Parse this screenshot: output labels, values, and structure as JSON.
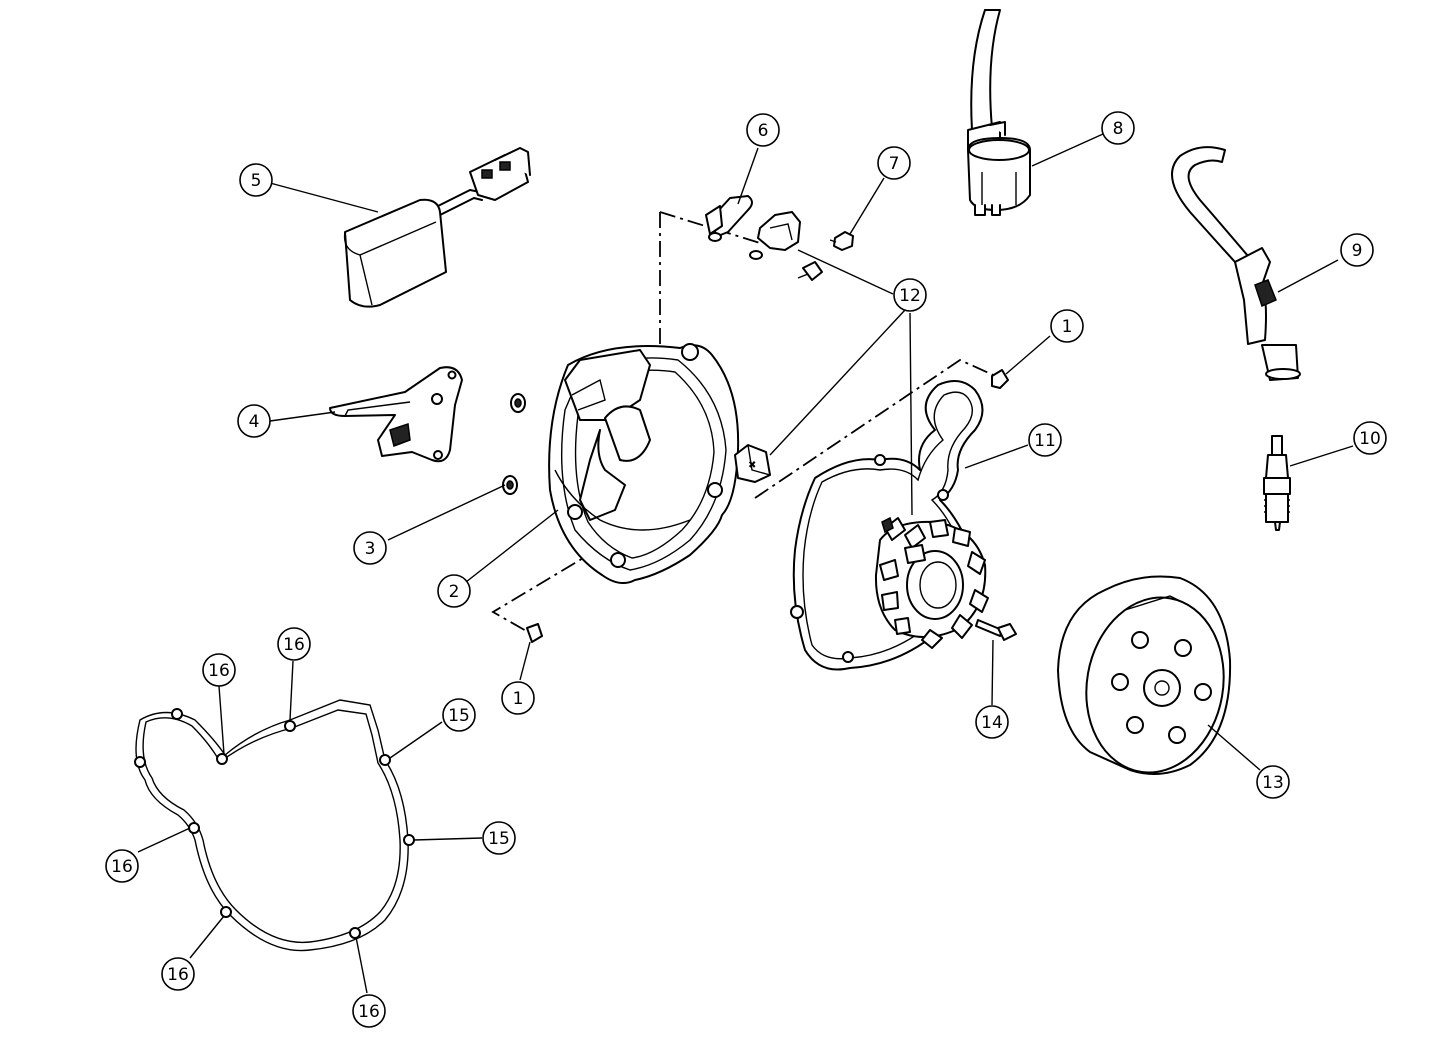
{
  "callouts": [
    {
      "id": "c1a",
      "label": "1"
    },
    {
      "id": "c1b",
      "label": "1"
    },
    {
      "id": "c2",
      "label": "2"
    },
    {
      "id": "c3",
      "label": "3"
    },
    {
      "id": "c4",
      "label": "4"
    },
    {
      "id": "c5",
      "label": "5"
    },
    {
      "id": "c6",
      "label": "6"
    },
    {
      "id": "c7",
      "label": "7"
    },
    {
      "id": "c8",
      "label": "8"
    },
    {
      "id": "c9",
      "label": "9"
    },
    {
      "id": "c10",
      "label": "10"
    },
    {
      "id": "c11",
      "label": "11"
    },
    {
      "id": "c12",
      "label": "12"
    },
    {
      "id": "c13",
      "label": "13"
    },
    {
      "id": "c14",
      "label": "14"
    },
    {
      "id": "c15a",
      "label": "15"
    },
    {
      "id": "c15b",
      "label": "15"
    },
    {
      "id": "c16a",
      "label": "16"
    },
    {
      "id": "c16b",
      "label": "16"
    },
    {
      "id": "c16c",
      "label": "16"
    },
    {
      "id": "c16d",
      "label": "16"
    },
    {
      "id": "c16e",
      "label": "16"
    }
  ]
}
